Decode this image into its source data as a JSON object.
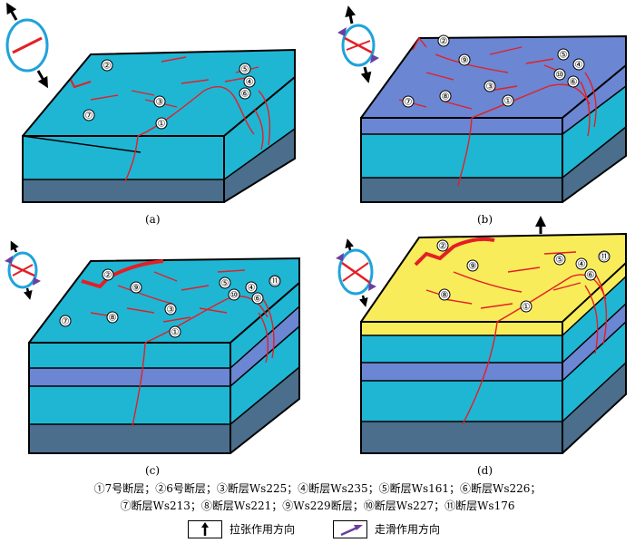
{
  "panels": [
    {
      "label": "(a)",
      "markers": [
        "②",
        "③",
        "⑦",
        "①",
        "⑤",
        "④",
        "⑥"
      ]
    },
    {
      "label": "(b)",
      "markers": [
        "②",
        "⑨",
        "⑤",
        "④",
        "⑩",
        "⑥",
        "③",
        "⑧",
        "⑦",
        "①"
      ]
    },
    {
      "label": "(c)",
      "markers": [
        "②",
        "⑨",
        "⑤",
        "④",
        "⑪",
        "⑩",
        "⑥",
        "③",
        "⑧",
        "⑦",
        "①"
      ]
    },
    {
      "label": "(d)",
      "markers": [
        "②",
        "⑨",
        "⑤",
        "④",
        "⑪",
        "⑥",
        "⑧",
        "①"
      ]
    }
  ],
  "legend": {
    "line1": "①7号断层；②6号断层；③断层Ws225；④断层Ws235；⑤断层Ws161；⑥断层Ws226；",
    "line2": "⑦断层Ws213；⑧断层Ws221；⑨Ws229断层；⑩断层Ws227；⑪断层Ws176",
    "extension_label": "拉张作用方向",
    "strike_slip_label": "走滑作用方向"
  },
  "colors": {
    "cyan": "#1fb6d4",
    "blue_purple": "#6b86d2",
    "steel_blue": "#4a6e8c",
    "yellow": "#f8ec5a",
    "fault_red": "#e31f26",
    "strike_arrow": "#6a3fa0"
  }
}
